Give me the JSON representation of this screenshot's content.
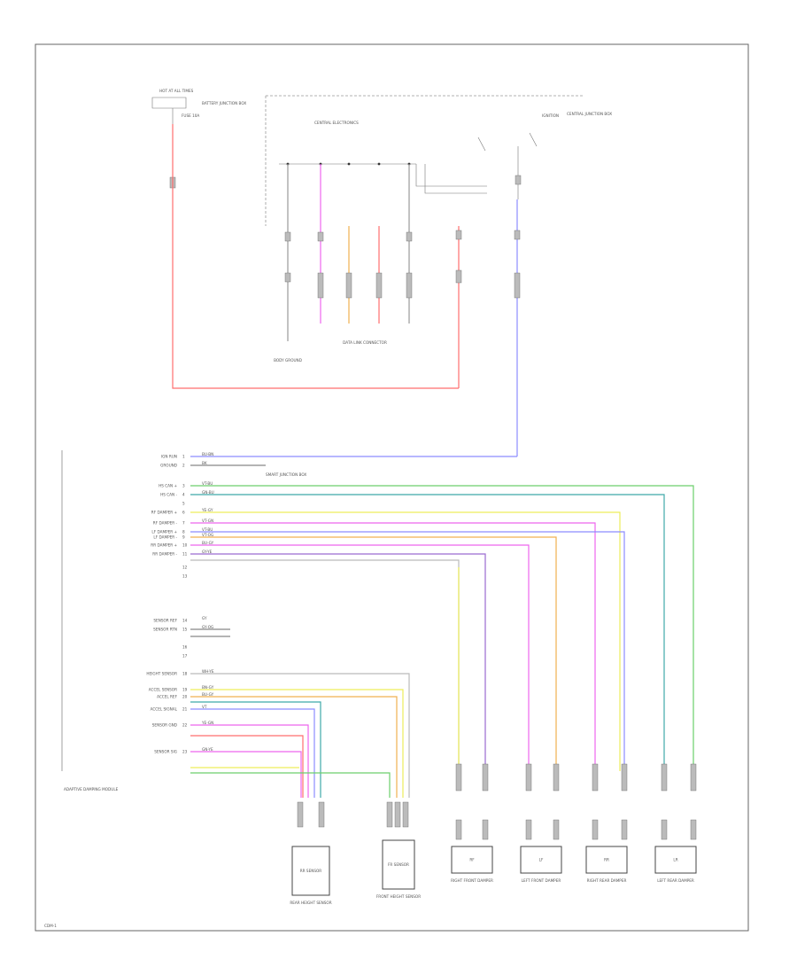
{
  "colors": {
    "red": "#ff6e6e",
    "blue": "#8c8cff",
    "green": "#6ccf6c",
    "teal": "#3fa9a9",
    "yellow": "#eded5a",
    "orange": "#f0b050",
    "magenta": "#ee66ee",
    "purple": "#9a6ad0",
    "gray": "#999999",
    "frame": "#666666"
  },
  "labels": {
    "hot_at_all_times": "HOT AT ALL TIMES",
    "fuse_block": "FUSE 10A",
    "battery_junction": "BATTERY JUNCTION BOX",
    "central_electronics": "CENTRAL ELECTRONICS",
    "central_junction": "CENTRAL JUNCTION BOX",
    "ground_panel": "BODY GROUND",
    "data_link": "DATA LINK CONNECTOR",
    "ignition": "IGNITION",
    "smart_junction": "SMART JUNCTION BOX",
    "module_name": "ADAPTIVE DAMPING MODULE",
    "footer": "CDM-1"
  },
  "module_pins": [
    {
      "label": "IGN RUN",
      "wire": "BU-BN"
    },
    {
      "label": "GROUND",
      "wire": "BK"
    },
    {
      "label": "HS CAN +",
      "wire": "VT-BU"
    },
    {
      "label": "HS CAN -",
      "wire": "GN-BU"
    },
    {
      "label": "",
      "wire": ""
    },
    {
      "label": "RF DAMPER +",
      "wire": "YE-GY"
    },
    {
      "label": "RF DAMPER -",
      "wire": "VT-GN"
    },
    {
      "label": "LF DAMPER +",
      "wire": "VT-BU"
    },
    {
      "label": "LF DAMPER -",
      "wire": "VT-OG"
    },
    {
      "label": "RR DAMPER +",
      "wire": "BU-GY"
    },
    {
      "label": "RR DAMPER -",
      "wire": "GY-YE"
    },
    {
      "label": "",
      "wire": ""
    },
    {
      "label": "",
      "wire": ""
    },
    {
      "label": "SENSOR REF",
      "wire": "GY"
    },
    {
      "label": "SENSOR RTN",
      "wire": "GY-OG"
    },
    {
      "label": "",
      "wire": ""
    },
    {
      "label": "",
      "wire": ""
    },
    {
      "label": "HEIGHT SENSOR",
      "wire": "WH-YE"
    },
    {
      "label": "ACCEL SENSOR",
      "wire": "BN-GY"
    },
    {
      "label": "ACCEL REF",
      "wire": "BU-GY"
    },
    {
      "label": "ACCEL SIGNAL",
      "wire": "VT"
    },
    {
      "label": "SENSOR GND",
      "wire": "YE-GN"
    },
    {
      "label": "SENSOR SIG",
      "wire": "GN-YE"
    }
  ],
  "components": [
    {
      "id": "sensor-1",
      "text": "RR SENSOR",
      "caption": "REAR HEIGHT SENSOR"
    },
    {
      "id": "sensor-2",
      "text": "FR SENSOR",
      "caption": "FRONT HEIGHT SENSOR"
    },
    {
      "id": "damper-rf",
      "text": "RF",
      "caption": "RIGHT FRONT DAMPER"
    },
    {
      "id": "damper-lf",
      "text": "LF",
      "caption": "LEFT FRONT DAMPER"
    },
    {
      "id": "damper-rr",
      "text": "RR",
      "caption": "RIGHT REAR DAMPER"
    },
    {
      "id": "damper-lr",
      "text": "LR",
      "caption": "LEFT REAR DAMPER"
    }
  ]
}
